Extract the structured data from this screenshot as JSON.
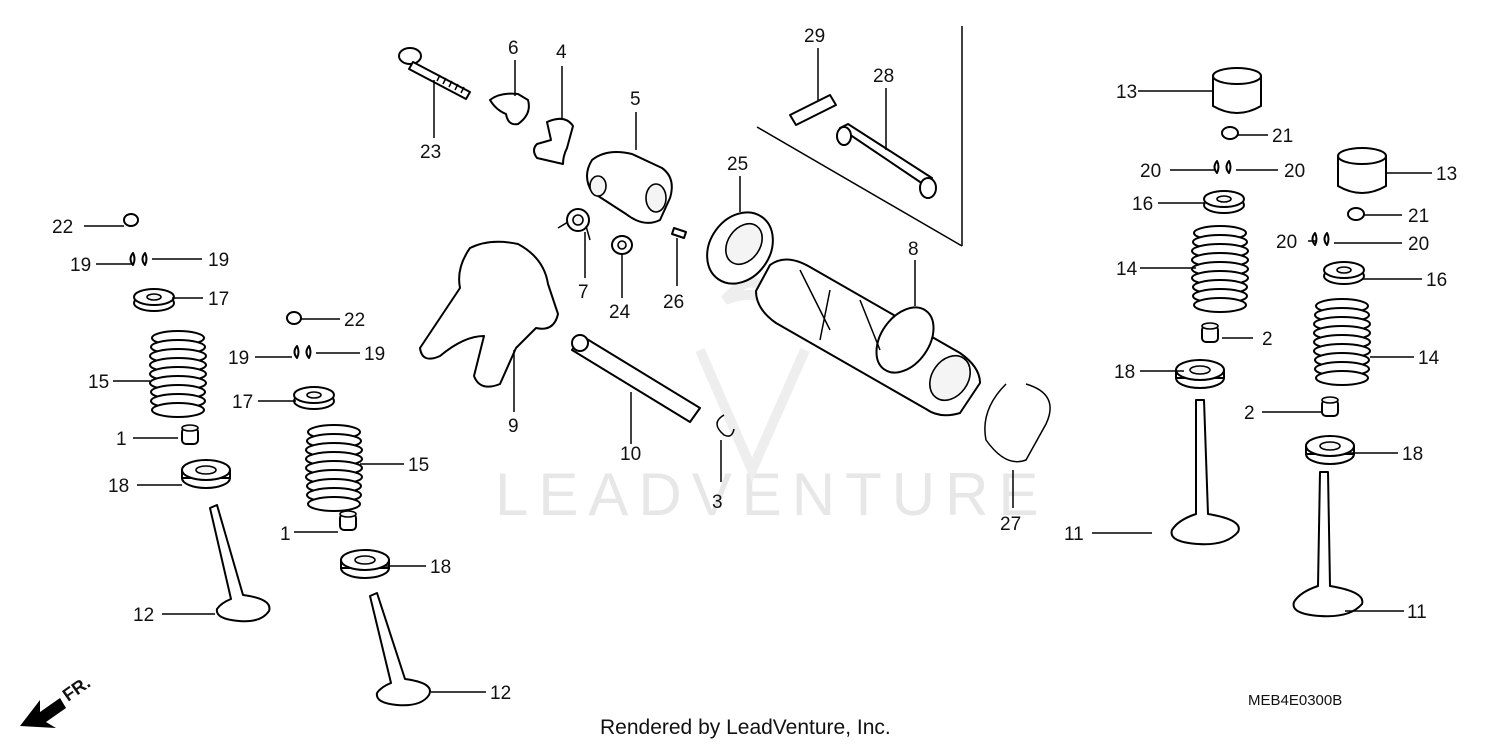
{
  "watermark": "LEADVENTURE",
  "footer": "Rendered by LeadVenture, Inc.",
  "diagram_code": "MEB4E0300B",
  "direction_label": "FR.",
  "callouts": [
    {
      "id": "c1a",
      "num": "1"
    },
    {
      "id": "c1b",
      "num": "1"
    },
    {
      "id": "c2a",
      "num": "2"
    },
    {
      "id": "c2b",
      "num": "2"
    },
    {
      "id": "c3",
      "num": "3"
    },
    {
      "id": "c4",
      "num": "4"
    },
    {
      "id": "c5",
      "num": "5"
    },
    {
      "id": "c6",
      "num": "6"
    },
    {
      "id": "c7",
      "num": "7"
    },
    {
      "id": "c8",
      "num": "8"
    },
    {
      "id": "c9",
      "num": "9"
    },
    {
      "id": "c10",
      "num": "10"
    },
    {
      "id": "c11a",
      "num": "11"
    },
    {
      "id": "c11b",
      "num": "11"
    },
    {
      "id": "c12a",
      "num": "12"
    },
    {
      "id": "c12b",
      "num": "12"
    },
    {
      "id": "c13a",
      "num": "13"
    },
    {
      "id": "c13b",
      "num": "13"
    },
    {
      "id": "c14a",
      "num": "14"
    },
    {
      "id": "c14b",
      "num": "14"
    },
    {
      "id": "c15a",
      "num": "15"
    },
    {
      "id": "c15b",
      "num": "15"
    },
    {
      "id": "c16a",
      "num": "16"
    },
    {
      "id": "c16b",
      "num": "16"
    },
    {
      "id": "c17a",
      "num": "17"
    },
    {
      "id": "c17b",
      "num": "17"
    },
    {
      "id": "c18a",
      "num": "18"
    },
    {
      "id": "c18b",
      "num": "18"
    },
    {
      "id": "c18c",
      "num": "18"
    },
    {
      "id": "c18d",
      "num": "18"
    },
    {
      "id": "c19a",
      "num": "19"
    },
    {
      "id": "c19b",
      "num": "19"
    },
    {
      "id": "c19c",
      "num": "19"
    },
    {
      "id": "c19d",
      "num": "19"
    },
    {
      "id": "c20a",
      "num": "20"
    },
    {
      "id": "c20b",
      "num": "20"
    },
    {
      "id": "c20c",
      "num": "20"
    },
    {
      "id": "c20d",
      "num": "20"
    },
    {
      "id": "c21a",
      "num": "21"
    },
    {
      "id": "c21b",
      "num": "21"
    },
    {
      "id": "c22a",
      "num": "22"
    },
    {
      "id": "c22b",
      "num": "22"
    },
    {
      "id": "c23",
      "num": "23"
    },
    {
      "id": "c24",
      "num": "24"
    },
    {
      "id": "c25",
      "num": "25"
    },
    {
      "id": "c26",
      "num": "26"
    },
    {
      "id": "c27",
      "num": "27"
    },
    {
      "id": "c28",
      "num": "28"
    },
    {
      "id": "c29",
      "num": "29"
    }
  ]
}
